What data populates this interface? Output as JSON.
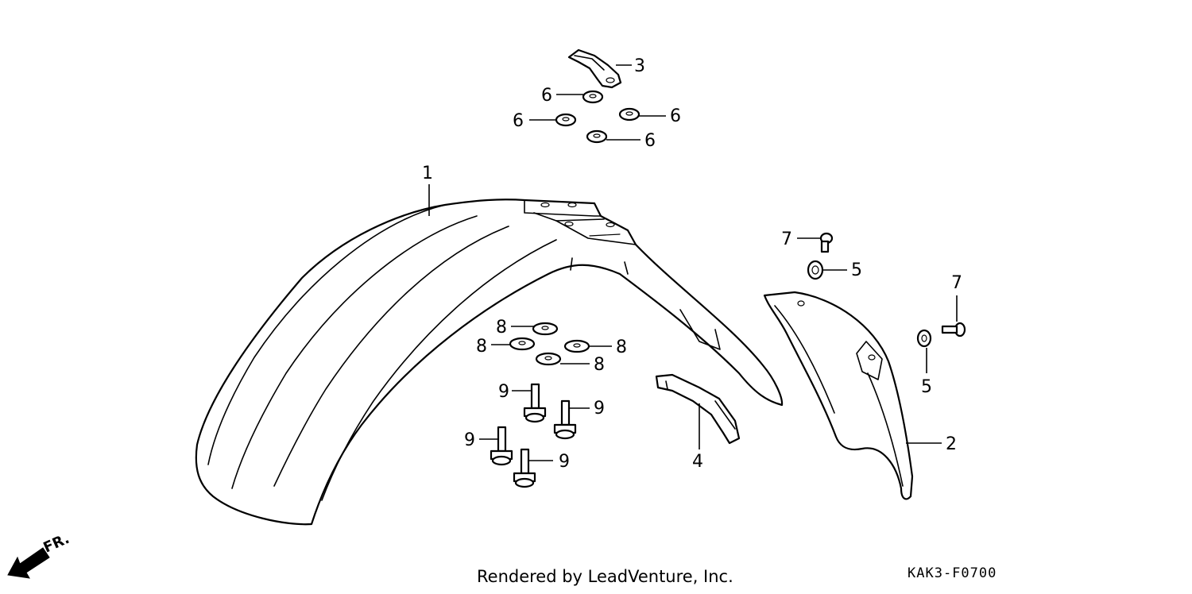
{
  "diagram": {
    "callouts": {
      "c1": "1",
      "c2": "2",
      "c3": "3",
      "c4": "4",
      "c5a": "5",
      "c5b": "5",
      "c6a": "6",
      "c6b": "6",
      "c6c": "6",
      "c6d": "6",
      "c7a": "7",
      "c7b": "7",
      "c8a": "8",
      "c8b": "8",
      "c8c": "8",
      "c8d": "8",
      "c9a": "9",
      "c9b": "9",
      "c9c": "9",
      "c9d": "9"
    },
    "direction_label": "FR.",
    "credit": "Rendered by LeadVenture, Inc.",
    "diagram_code": "KAK3-F0700"
  }
}
